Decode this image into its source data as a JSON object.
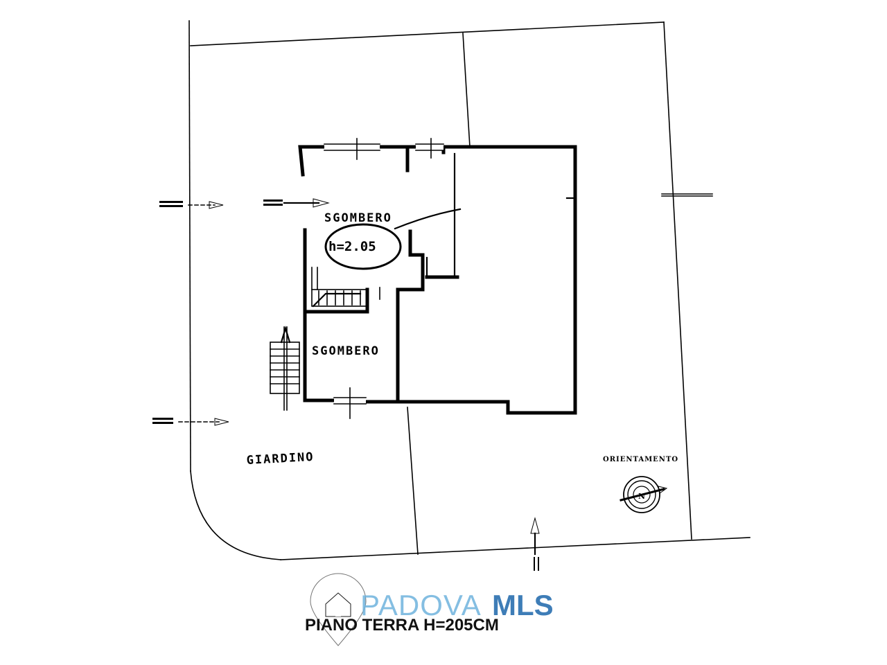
{
  "rooms": {
    "storage_top": "SGOMBERO",
    "height_note": "h=2.05",
    "storage_bottom": "SGOMBERO",
    "garden": "GIARDINO"
  },
  "orientation": {
    "label": "ORIENTAMENTO",
    "north": "N"
  },
  "caption": "PIANO TERRA H=205CM",
  "brand": {
    "part1": "PADOVA",
    "part2": "MLS"
  },
  "colors": {
    "brand_light": "#6fb3dd",
    "brand_dark": "#2a6fb0",
    "ink": "#000000"
  }
}
